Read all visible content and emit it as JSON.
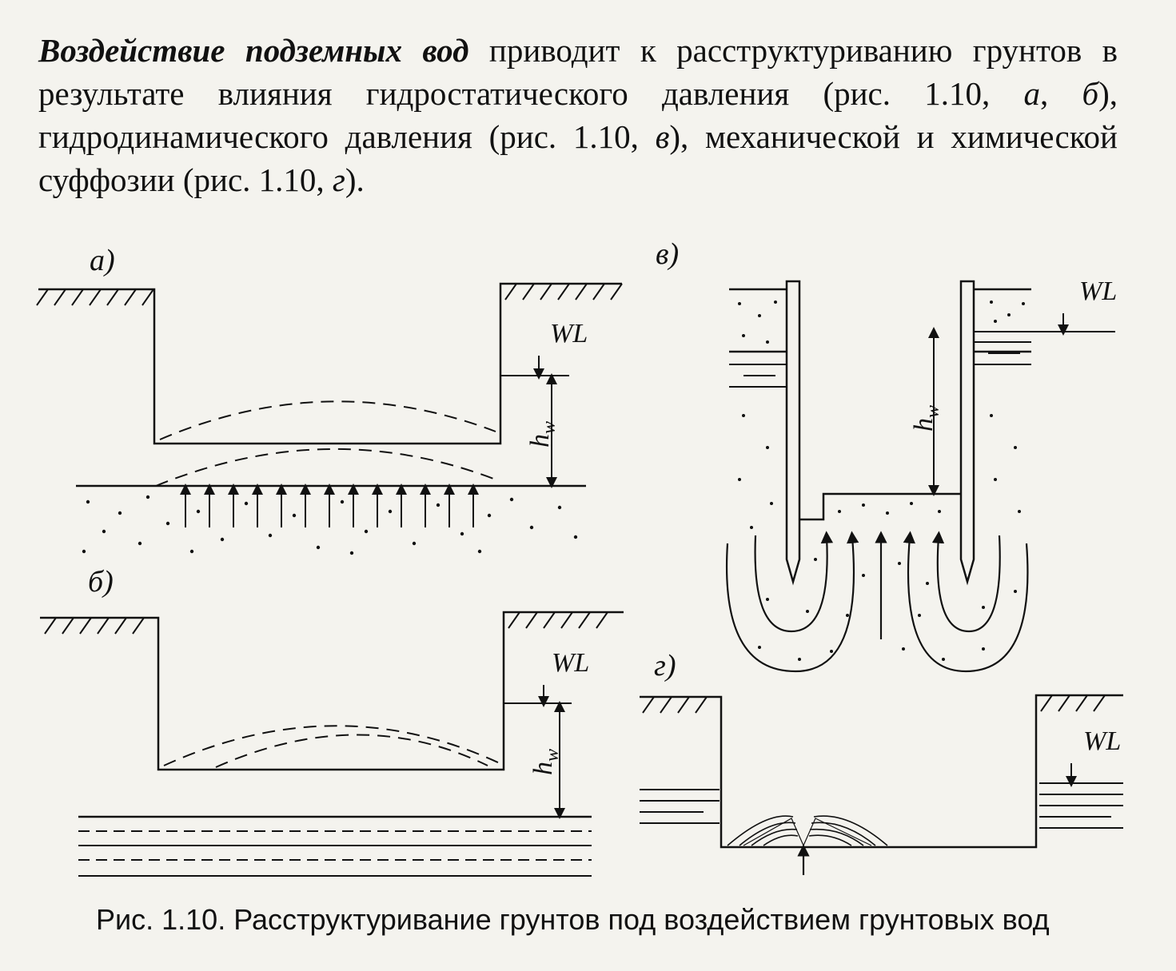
{
  "paragraph": {
    "lead": "Воздействие подземных вод",
    "t1": " приводит к расструктуриванию грунтов в результате влияния гидростатического давления (рис. 1.10, ",
    "r_a": "а",
    "t2": ", ",
    "r_b": "б",
    "t3": "), гидродинамического давления (рис. 1.10, ",
    "r_v": "в",
    "t4": "), механической и химической суффозии (рис. 1.10, ",
    "r_g": "г",
    "t5": ")."
  },
  "figure": {
    "panel_a": {
      "label": "а)",
      "wl": "WL",
      "h": "h",
      "h_sub": "w"
    },
    "panel_b": {
      "label": "б)",
      "wl": "WL",
      "h": "h",
      "h_sub": "w"
    },
    "panel_v": {
      "label": "в)",
      "wl": "WL",
      "h": "h",
      "h_sub": "w"
    },
    "panel_g": {
      "label": "г)",
      "wl": "WL"
    }
  },
  "caption": "Рис. 1.10. Расструктуривание грунтов под воздействием грунтовых вод"
}
